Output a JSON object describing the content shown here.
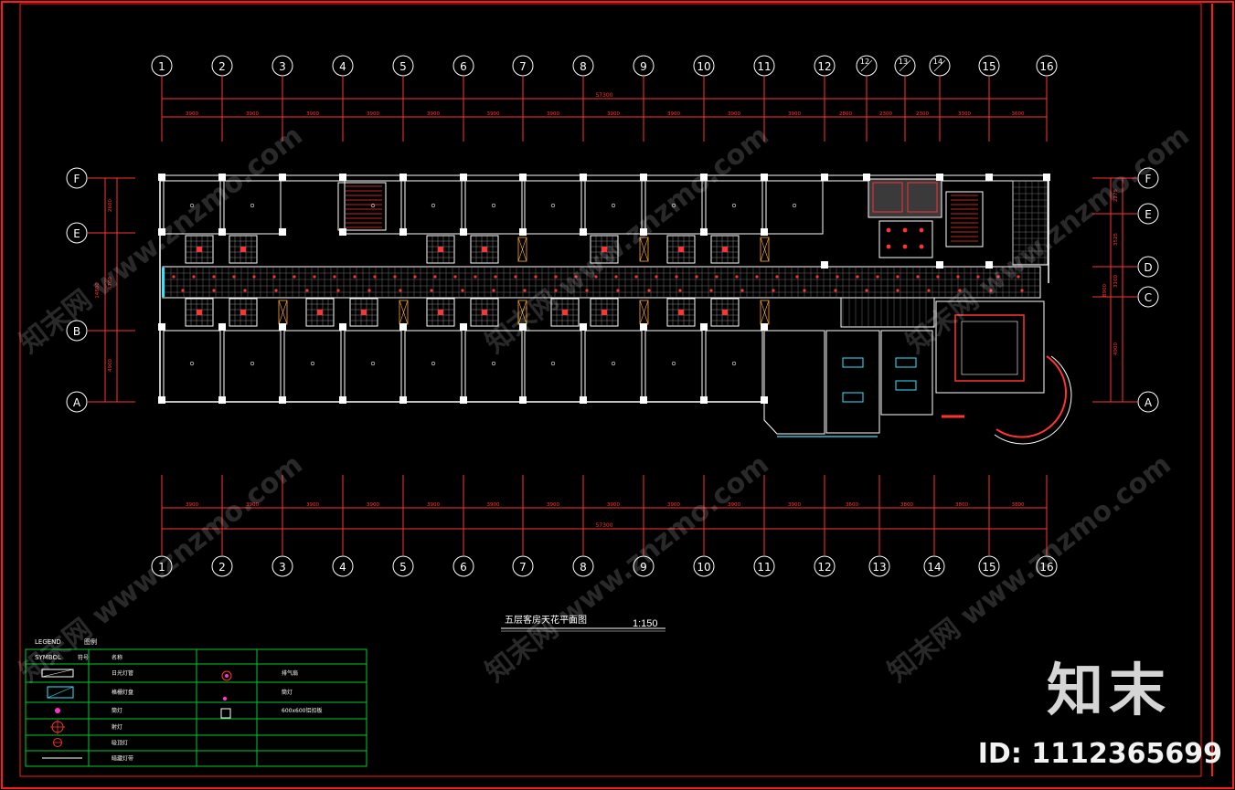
{
  "drawing": {
    "title": "五层客房天花平面图",
    "scale": "1:150"
  },
  "grid": {
    "top_axes": [
      "1",
      "2",
      "3",
      "4",
      "5",
      "6",
      "7",
      "8",
      "9",
      "10",
      "11",
      "12",
      "12/1",
      "13/1",
      "14/1",
      "15",
      "16"
    ],
    "bottom_axes": [
      "1",
      "2",
      "3",
      "4",
      "5",
      "6",
      "7",
      "8",
      "9",
      "10",
      "11",
      "12",
      "13",
      "14",
      "15",
      "16"
    ],
    "row_axes": [
      "F",
      "E",
      "D",
      "C",
      "B",
      "A"
    ],
    "top_total": "57300",
    "top_spans": [
      "3900",
      "3900",
      "3900",
      "3900",
      "3900",
      "3900",
      "3900",
      "3900",
      "3900",
      "3900",
      "3900",
      "2800",
      "2300",
      "2300",
      "3300",
      "3600"
    ],
    "bottom_total": "57300",
    "bottom_spans": [
      "3900",
      "3900",
      "3900",
      "3900",
      "3900",
      "3900",
      "3900",
      "3900",
      "3900",
      "3900",
      "3900",
      "3600",
      "3800",
      "3800",
      "3800"
    ],
    "left_dims": [
      "2600",
      "6700",
      "4900",
      "14800"
    ],
    "right_dims": [
      "2275",
      "3525",
      "3100",
      "4900",
      "8900"
    ]
  },
  "legend": {
    "title_en": "LEGEND",
    "title_cn": "图例",
    "header_symbol": "SYMBOL",
    "header_code": "符号",
    "header_name": "名称",
    "rows": [
      {
        "left": "日光灯管",
        "right": "排气扇"
      },
      {
        "left": "格栅灯盘",
        "right": "筒灯"
      },
      {
        "left": "筒灯",
        "right": "600x600铝扣板"
      },
      {
        "left": "射灯",
        "right": ""
      },
      {
        "left": "吸顶灯",
        "right": ""
      },
      {
        "left": "暗藏灯带",
        "right": ""
      }
    ]
  },
  "colors": {
    "background": "#000000",
    "axis_line": "#ff3333",
    "wall": "#ffffff",
    "grid_bubble": "#ffffff",
    "legend_table": "#00cc33",
    "accent_cyan": "#33e6ff",
    "frame_red": "#ff1a1a"
  },
  "watermark": {
    "brand": "知末",
    "id": "ID: 1112365699",
    "diag": "知末网 www.znzmo.com"
  }
}
